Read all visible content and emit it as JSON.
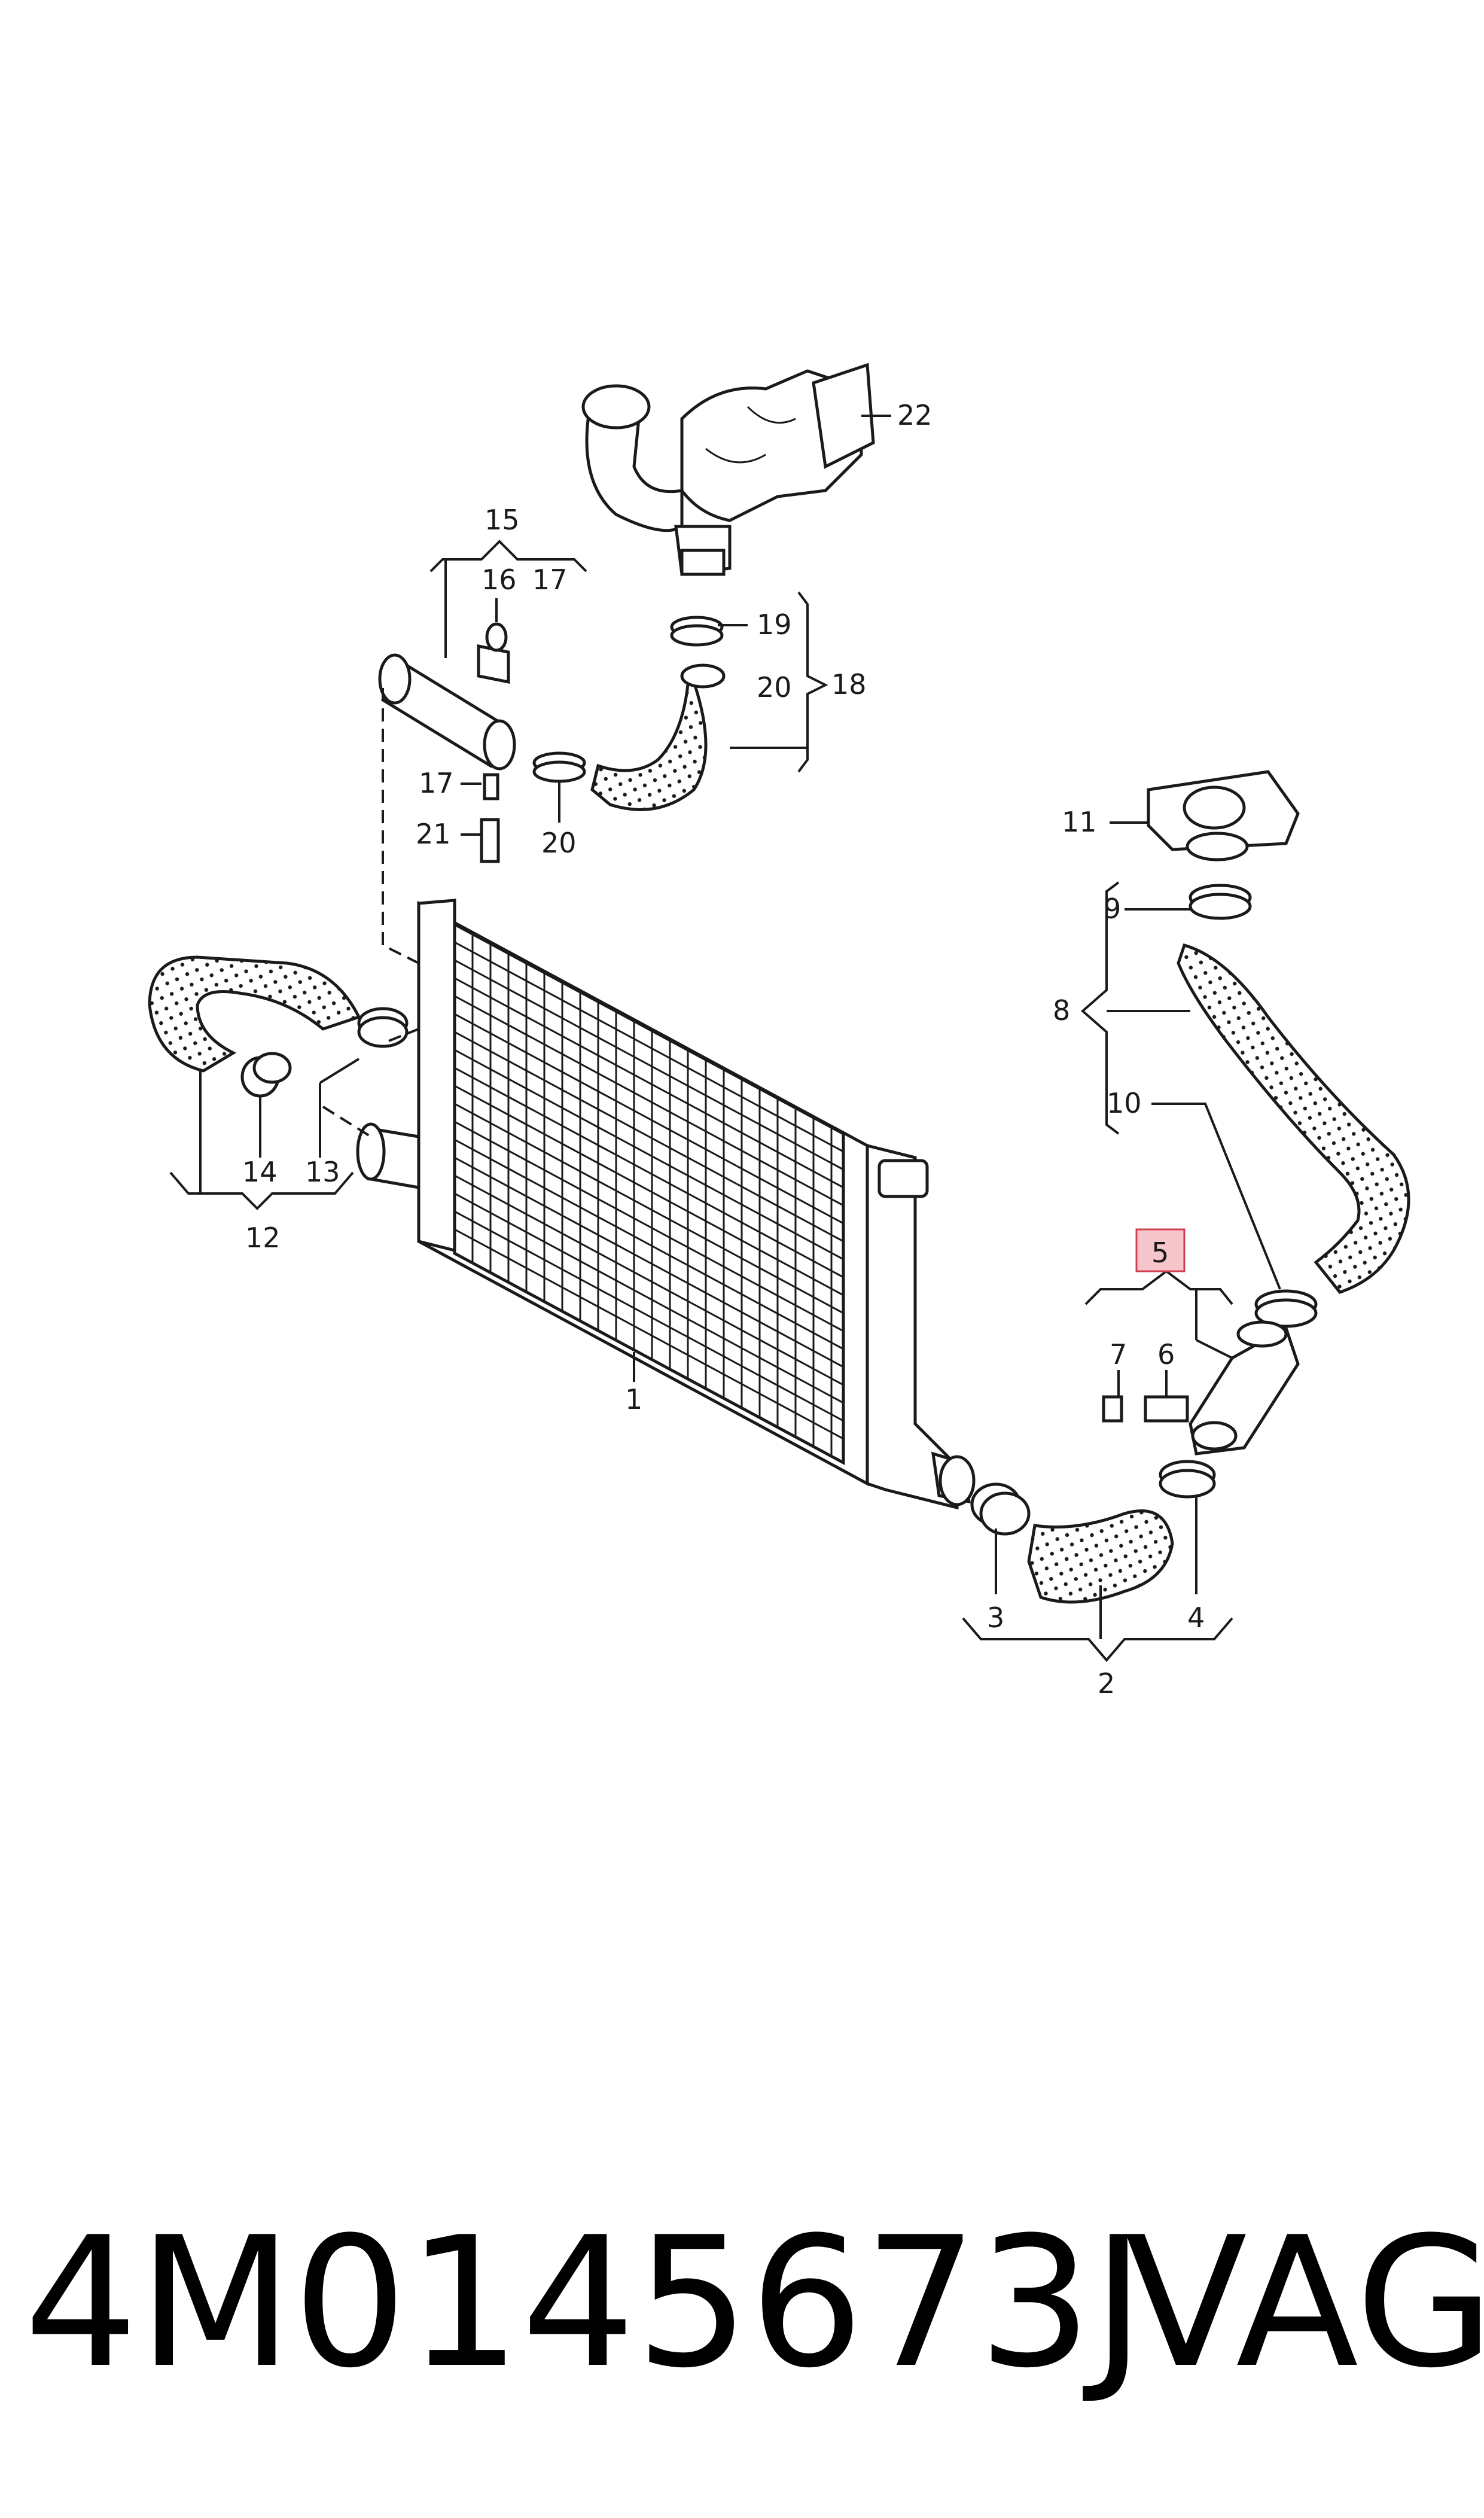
{
  "callouts": {
    "c1": "1",
    "c2": "2",
    "c3": "3",
    "c4": "4",
    "c5": "5",
    "c6": "6",
    "c7": "7",
    "c8": "8",
    "c9": "9",
    "c10": "10",
    "c11": "11",
    "c12": "12",
    "c13": "13",
    "c14": "14",
    "c15": "15",
    "c16": "16",
    "c17a": "17",
    "c17b": "17",
    "c18": "18",
    "c19": "19",
    "c20a": "20",
    "c20b": "20",
    "c21": "21",
    "c22": "22"
  },
  "highlight": {
    "color": "#f7c6cc",
    "border": "#d04050"
  },
  "footer": {
    "part_number": "4M0145673J",
    "brand": "VAG"
  },
  "pattern": {
    "hose_dots": "#1a1a1a"
  }
}
